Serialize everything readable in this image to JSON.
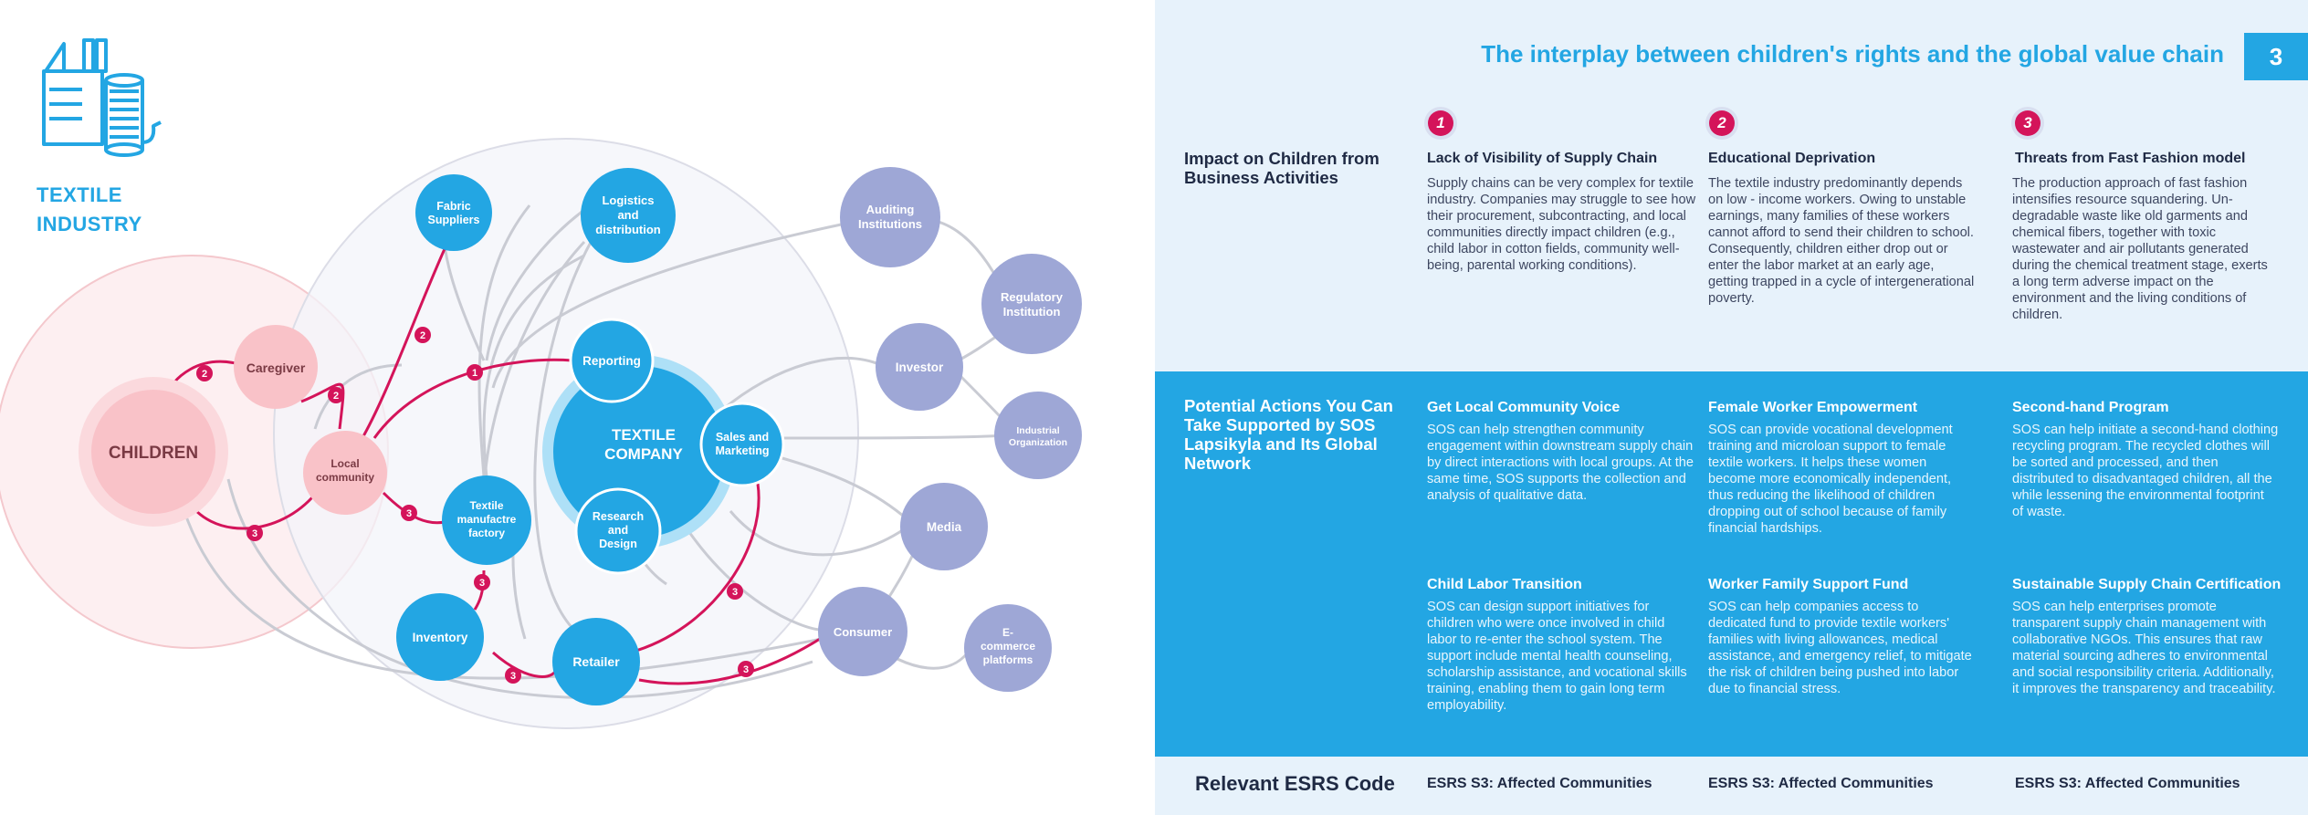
{
  "industry": {
    "line1": "TEXTILE",
    "line2": "INDUSTRY"
  },
  "diagram": {
    "nodes": {
      "children": "CHILDREN",
      "caregiver": "Caregiver",
      "local_community": "Local community",
      "fabric_suppliers": "Fabric Suppliers",
      "logistics": "Logistics and distribution",
      "reporting": "Reporting",
      "textile_company": "TEXTILE COMPANY",
      "sales_marketing": "Sales and Marketing",
      "research_design": "Research and Design",
      "textile_factory": "Textile manufactre factory",
      "inventory": "Inventory",
      "retailer": "Retailer",
      "auditing": "Auditing Institutions",
      "regulatory": "Regulatory Institution",
      "investor": "Investor",
      "industrial_org": "Industrial Organization",
      "media": "Media",
      "consumer": "Consumer",
      "ecommerce": "E-commerce platforms"
    },
    "markers": {
      "m_cg_child": "2",
      "m_cg_lc": "2",
      "m_lc_fab": "2",
      "m_lc_rep": "1",
      "m_child_lc": "3",
      "m_lc_fac": "3",
      "m_fac_inv": "3",
      "m_inv_ret": "3",
      "m_ret_sales": "3",
      "m_ret_cons": "3"
    },
    "colors": {
      "accent": "#23a6e3",
      "pink_node": "#f9c6cb",
      "purple_node": "#9ea7d6",
      "marker": "#d4145a"
    }
  },
  "header": {
    "title": "The interplay between children's rights and the global value chain",
    "page_number": "3"
  },
  "impact": {
    "label": "Impact on Children from Business Activities",
    "columns": [
      {
        "badge": "1",
        "heading": "Lack of Visibility of Supply Chain",
        "text": "Supply chains can be very complex for textile industry. Companies may struggle to see how their procurement, subcontracting, and local communities directly impact children (e.g., child labor in cotton fields, community well-being, parental working conditions)."
      },
      {
        "badge": "2",
        "heading": "Educational Deprivation",
        "text": "The textile industry predominantly depends on low - income workers. Owing to unstable earnings, many families of these workers cannot afford to send their children to school. Consequently, children either drop out or enter the labor market at an early age, getting trapped in a cycle of intergenerational poverty."
      },
      {
        "badge": "3",
        "heading": "Threats from Fast Fashion model",
        "text": "The production approach of fast fashion intensifies resource squandering. Un-degradable waste like old garments and chemical fibers, together with toxic wastewater and air pollutants generated during the chemical treatment stage, exerts a long term adverse impact on the environment and the living conditions of children."
      }
    ]
  },
  "actions": {
    "label": "Potential Actions You Can Take Supported by SOS Lapsikyla and Its Global Network",
    "items": [
      {
        "heading": "Get Local Community Voice",
        "text": "SOS can help strengthen community engagement within downstream supply chain by direct interactions with local groups. At the same time, SOS supports the collection and analysis of qualitative data."
      },
      {
        "heading": "Female Worker Empowerment",
        "text": "SOS can provide vocational development training and microloan support to female textile workers. It helps these women become more economically independent, thus reducing the likelihood of children dropping out of school because of family financial hardships."
      },
      {
        "heading": "Second-hand Program",
        "text": "SOS can help initiate a second-hand clothing recycling program. The recycled clothes will be sorted and processed, and then distributed to disadvantaged children, all the while lessening the environmental footprint of waste."
      },
      {
        "heading": "Child Labor Transition",
        "text": "SOS can design support initiatives for children who were once involved in child labor to re-enter the school system. The support include mental health counseling, scholarship assistance, and vocational skills training, enabling them to gain long term employability."
      },
      {
        "heading": "Worker Family Support Fund",
        "text": "SOS can help companies access to dedicated fund to provide textile workers' families with living allowances, medical assistance, and emergency relief, to mitigate the risk of children being pushed into labor due to financial stress."
      },
      {
        "heading": "Sustainable Supply Chain Certification",
        "text": "SOS can help enterprises promote transparent supply chain management with collaborative NGOs. This ensures that raw material sourcing adheres to environmental and social responsibility criteria. Additionally, it improves the transparency and traceability."
      }
    ]
  },
  "esrs": {
    "label": "Relevant ESRS Code",
    "codes": [
      "ESRS S3: Affected Communities",
      "ESRS S3: Affected Communities",
      "ESRS S3: Affected Communities"
    ]
  }
}
